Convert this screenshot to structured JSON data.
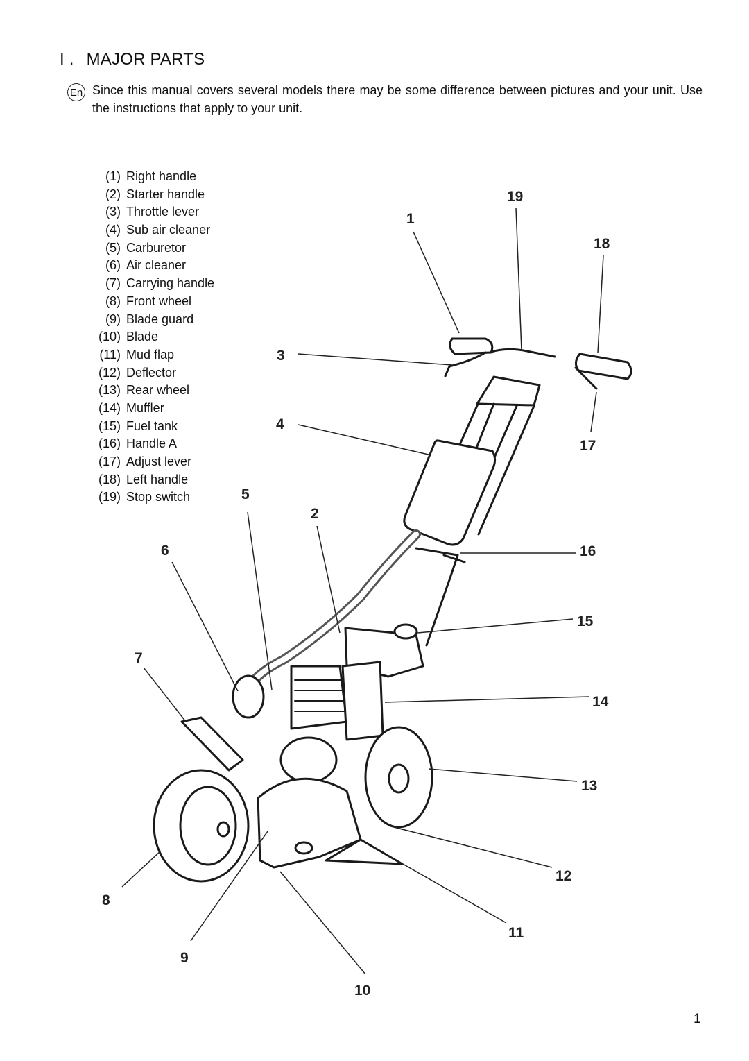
{
  "heading": {
    "number": "I .",
    "title": "MAJOR PARTS"
  },
  "intro": {
    "lang_badge": "En",
    "text": "Since this manual covers several models there may be some difference between pictures and your unit. Use the instructions that apply to your unit."
  },
  "parts": [
    {
      "idx": "(1)",
      "name": "Right handle"
    },
    {
      "idx": "(2)",
      "name": "Starter handle"
    },
    {
      "idx": "(3)",
      "name": "Throttle lever"
    },
    {
      "idx": "(4)",
      "name": "Sub air cleaner"
    },
    {
      "idx": "(5)",
      "name": "Carburetor"
    },
    {
      "idx": "(6)",
      "name": "Air cleaner"
    },
    {
      "idx": "(7)",
      "name": "Carrying handle"
    },
    {
      "idx": "(8)",
      "name": "Front wheel"
    },
    {
      "idx": "(9)",
      "name": "Blade guard"
    },
    {
      "idx": "(10)",
      "name": "Blade"
    },
    {
      "idx": "(11)",
      "name": "Mud flap"
    },
    {
      "idx": "(12)",
      "name": "Deflector"
    },
    {
      "idx": "(13)",
      "name": "Rear wheel"
    },
    {
      "idx": "(14)",
      "name": "Muffler"
    },
    {
      "idx": "(15)",
      "name": "Fuel tank"
    },
    {
      "idx": "(16)",
      "name": "Handle A"
    },
    {
      "idx": "(17)",
      "name": "Adjust lever"
    },
    {
      "idx": "(18)",
      "name": "Left handle"
    },
    {
      "idx": "(19)",
      "name": "Stop switch"
    }
  ],
  "callouts": [
    "1",
    "2",
    "3",
    "4",
    "5",
    "6",
    "7",
    "8",
    "9",
    "10",
    "11",
    "12",
    "13",
    "14",
    "15",
    "16",
    "17",
    "18",
    "19"
  ],
  "page_number": "1"
}
